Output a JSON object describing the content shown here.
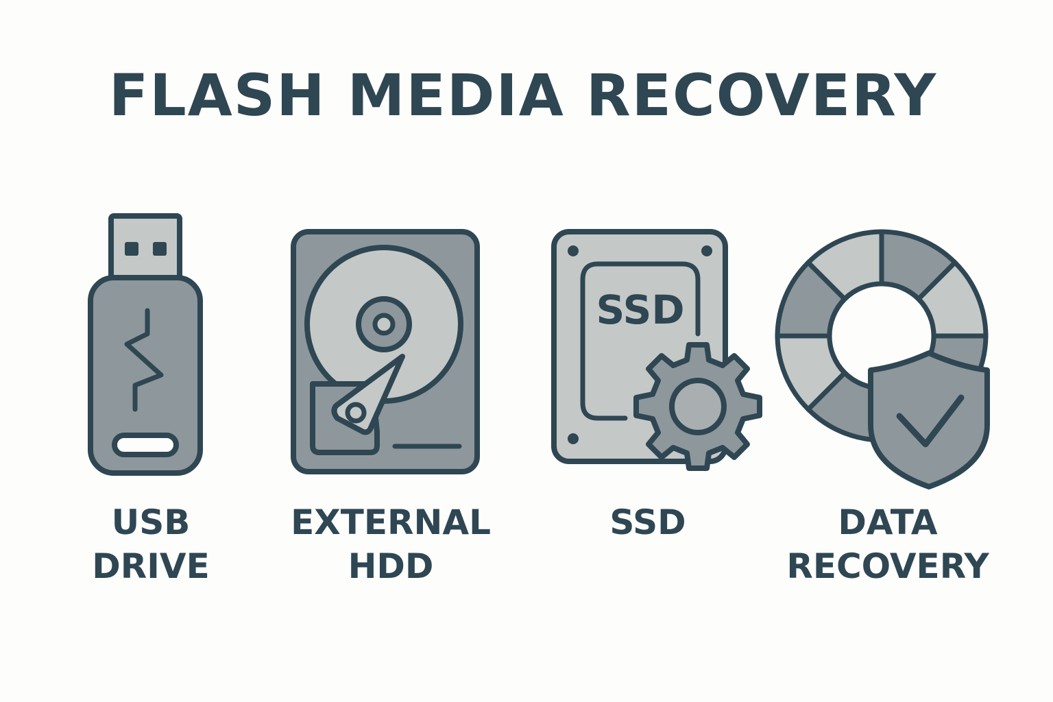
{
  "title": "FLASH MEDIA RECOVERY",
  "colors": {
    "stroke": "#2f4653",
    "fill_dark": "#8e979b",
    "fill_light": "#c4c8c7",
    "background": "#fdfdfc"
  },
  "items": [
    {
      "icon": "usb-drive-icon",
      "label_line1": "USB",
      "label_line2": "DRIVE"
    },
    {
      "icon": "hard-drive-icon",
      "label_line1": "EXTERNAL",
      "label_line2": "HDD"
    },
    {
      "icon": "ssd-gear-icon",
      "label_line1": "SSD",
      "label_line2": "",
      "badge_text": "SSD"
    },
    {
      "icon": "data-recovery-shield-icon",
      "label_line1": "DATA",
      "label_line2": "RECOVERY"
    }
  ]
}
